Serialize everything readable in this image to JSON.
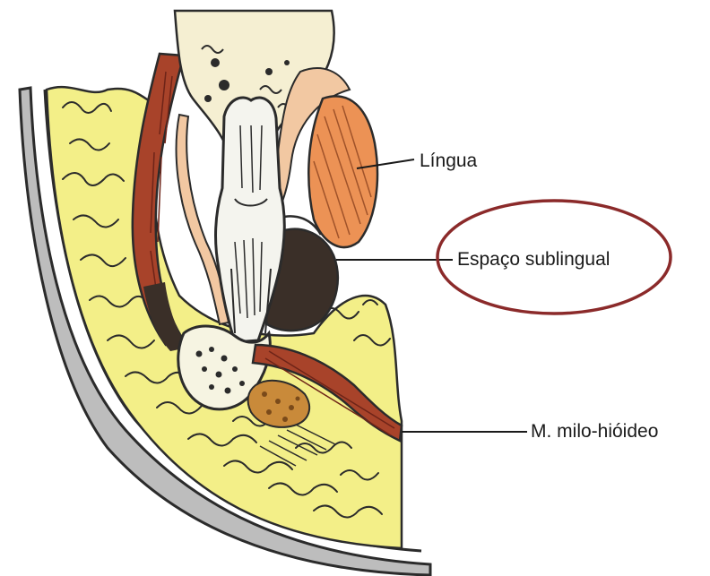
{
  "labels": {
    "tongue": "Língua",
    "sublingual_space": "Espaço sublingual",
    "mylohyoid": "M. milo-hióideo"
  },
  "colors": {
    "background": "#ffffff",
    "fat": "#f3ef88",
    "fat_outline": "#2b2b2b",
    "muscle": "#a8432a",
    "muscle_dark": "#6e2418",
    "tongue_muscle": "#ec9255",
    "skin": "#f2c8a2",
    "tooth": "#f4f4ee",
    "bone": "#f6f4e2",
    "dark_space": "#3a2f28",
    "gland": "#c98a3a",
    "highlight_ellipse": "#8b2a2a",
    "skin_edge": "#9a9a9a"
  },
  "icons": [
    "tooth-icon"
  ]
}
